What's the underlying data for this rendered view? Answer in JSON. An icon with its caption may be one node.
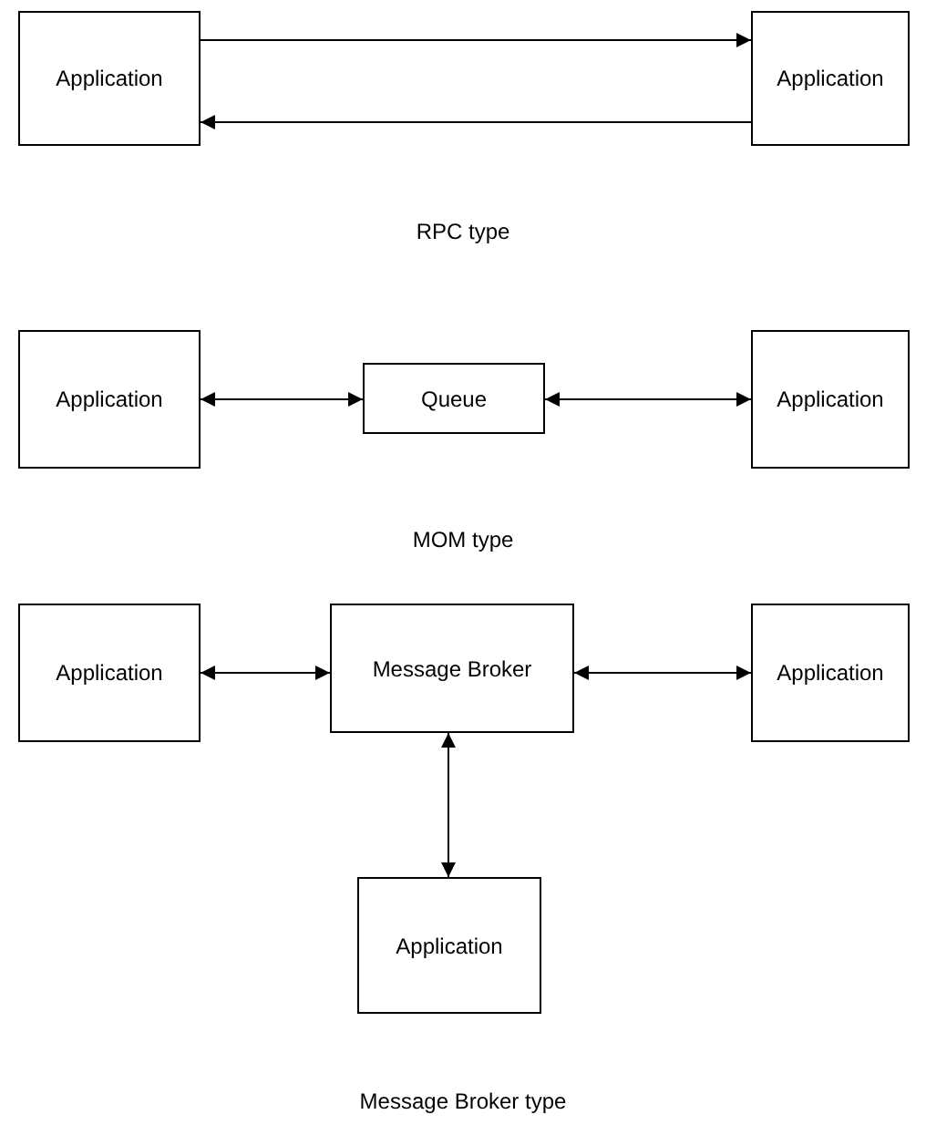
{
  "diagram": {
    "nodes": [
      {
        "text": [
          "Application"
        ]
      },
      {
        "text": [
          "Application"
        ]
      },
      {
        "text": [
          "Application"
        ]
      },
      {
        "text": [
          "Queue"
        ]
      },
      {
        "text": [
          "Application"
        ]
      },
      {
        "text": [
          "Application"
        ]
      },
      {
        "text": [
          "Message Broker"
        ]
      },
      {
        "text": [
          "Application"
        ]
      },
      {
        "text": [
          "Application"
        ]
      }
    ],
    "edges": [
      {
        "from": 0,
        "to": 1,
        "arrow": "to"
      },
      {
        "from": 1,
        "to": 0,
        "arrow": "to"
      },
      {
        "from": 2,
        "to": 3,
        "arrow": "both"
      },
      {
        "from": 3,
        "to": 4,
        "arrow": "both"
      },
      {
        "from": 5,
        "to": 6,
        "arrow": "both"
      },
      {
        "from": 6,
        "to": 7,
        "arrow": "both"
      },
      {
        "from": 6,
        "to": 8,
        "arrow": "both"
      }
    ],
    "labels": [
      "RPC type",
      "MOM type",
      "Message Broker type"
    ]
  }
}
